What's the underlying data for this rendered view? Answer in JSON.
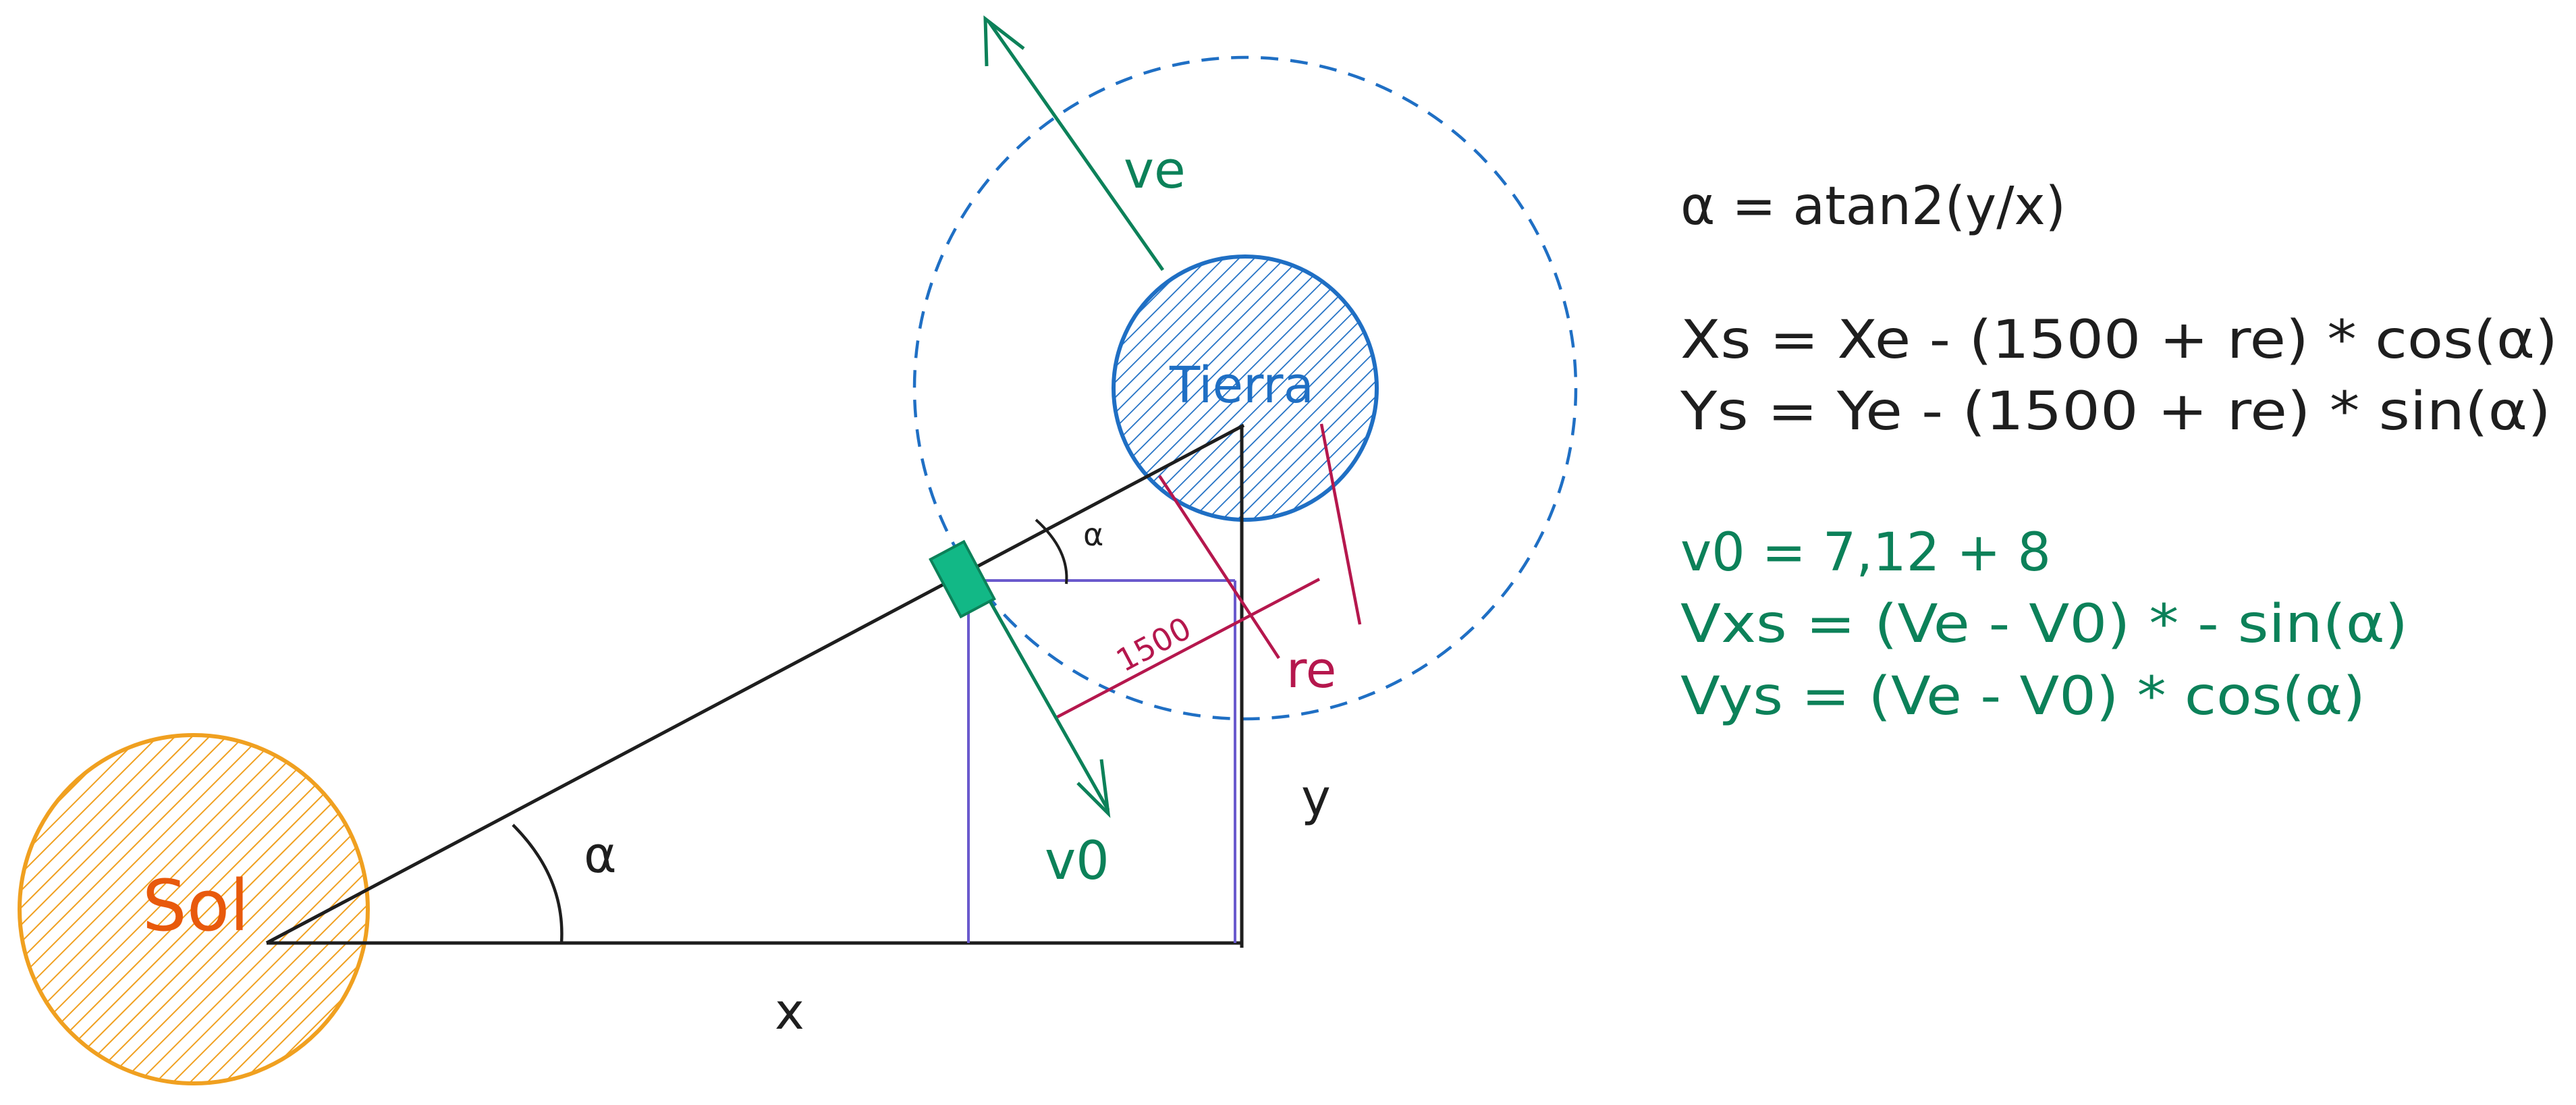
{
  "colors": {
    "sun": "#f0a020",
    "sun_text": "#e8590c",
    "earth": "#1f6fc4",
    "orbit": "#1f6fc4",
    "velocity": "#0c8159",
    "ship": "#12b886",
    "purple": "#6a5acd",
    "crimson": "#b5174d",
    "ink": "#1e1e1e"
  },
  "labels": {
    "sun": "Sol",
    "earth": "Tierra",
    "ve": "ve",
    "v0": "v0",
    "re": "re",
    "distance": "1500",
    "alpha_small": "α",
    "alpha_large": "α",
    "x": "x",
    "y": "y"
  },
  "icons": {
    "sun": "sun-circle",
    "earth": "earth-circle",
    "ship": "ship-rectangle"
  },
  "equations": {
    "black": [
      "α = atan2(y/x)",
      "Xs = Xe - (1500 + re) * cos(α)",
      "Ys = Ye - (1500 + re) * sin(α)"
    ],
    "green": [
      "v0 = 7,12 + 8",
      "Vxs = (Ve - V0) * - sin(α)",
      "Vys = (Ve - V0) * cos(α)"
    ]
  }
}
